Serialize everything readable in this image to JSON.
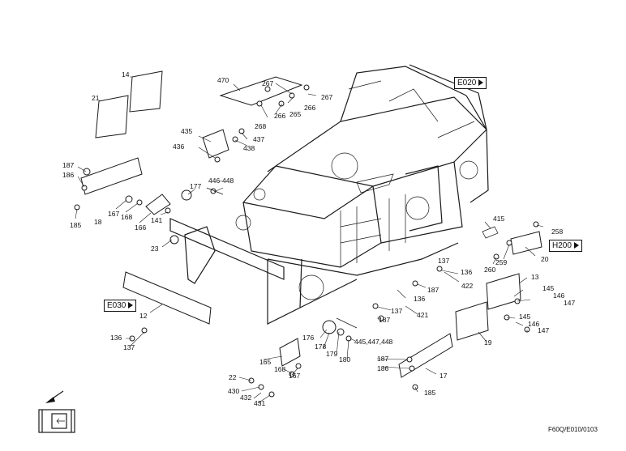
{
  "figure_code": "F60Q/E010/0103",
  "references": [
    "E020",
    "H200",
    "E030"
  ],
  "part_labels": [
    "14",
    "21",
    "470",
    "267",
    "267",
    "266",
    "266",
    "265",
    "268",
    "435",
    "437",
    "438",
    "436",
    "187",
    "186",
    "185",
    "167",
    "168",
    "166",
    "18",
    "177",
    "446-448",
    "141",
    "23",
    "415",
    "258",
    "H200",
    "20",
    "259",
    "260",
    "136",
    "137",
    "187",
    "422",
    "13",
    "145",
    "146",
    "147",
    "145",
    "146",
    "147",
    "136",
    "137",
    "187",
    "421",
    "12",
    "136",
    "137",
    "19",
    "176",
    "178",
    "179",
    "180",
    "445,447,448",
    "165",
    "168",
    "167",
    "187",
    "186",
    "17",
    "185",
    "22",
    "430",
    "432",
    "431"
  ]
}
